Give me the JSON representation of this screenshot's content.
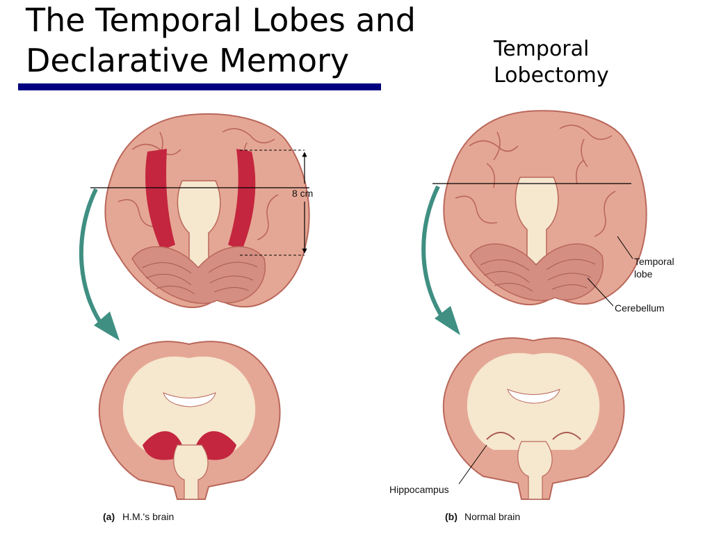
{
  "slide": {
    "title": "The Temporal Lobes and\nDeclarative Memory",
    "subtitle": "Temporal\nLobectomy"
  },
  "figure": {
    "panel_a": {
      "letter": "(a)",
      "caption": "H.M.'s  brain",
      "measure_label": "8 cm"
    },
    "panel_b": {
      "letter": "(b)",
      "caption": "Normal brain",
      "labels": {
        "temporal_lobe_1": "Temporal",
        "temporal_lobe_2": "lobe",
        "cerebellum": "Cerebellum",
        "hippocampus": "Hippocampus"
      }
    }
  },
  "colors": {
    "title_bar": "#000080",
    "cortex": "#e5a795",
    "cortex_dark": "#b9675a",
    "white_matter": "#f6e7cf",
    "lesion": "#c4263f",
    "arrow": "#3f8f82"
  }
}
